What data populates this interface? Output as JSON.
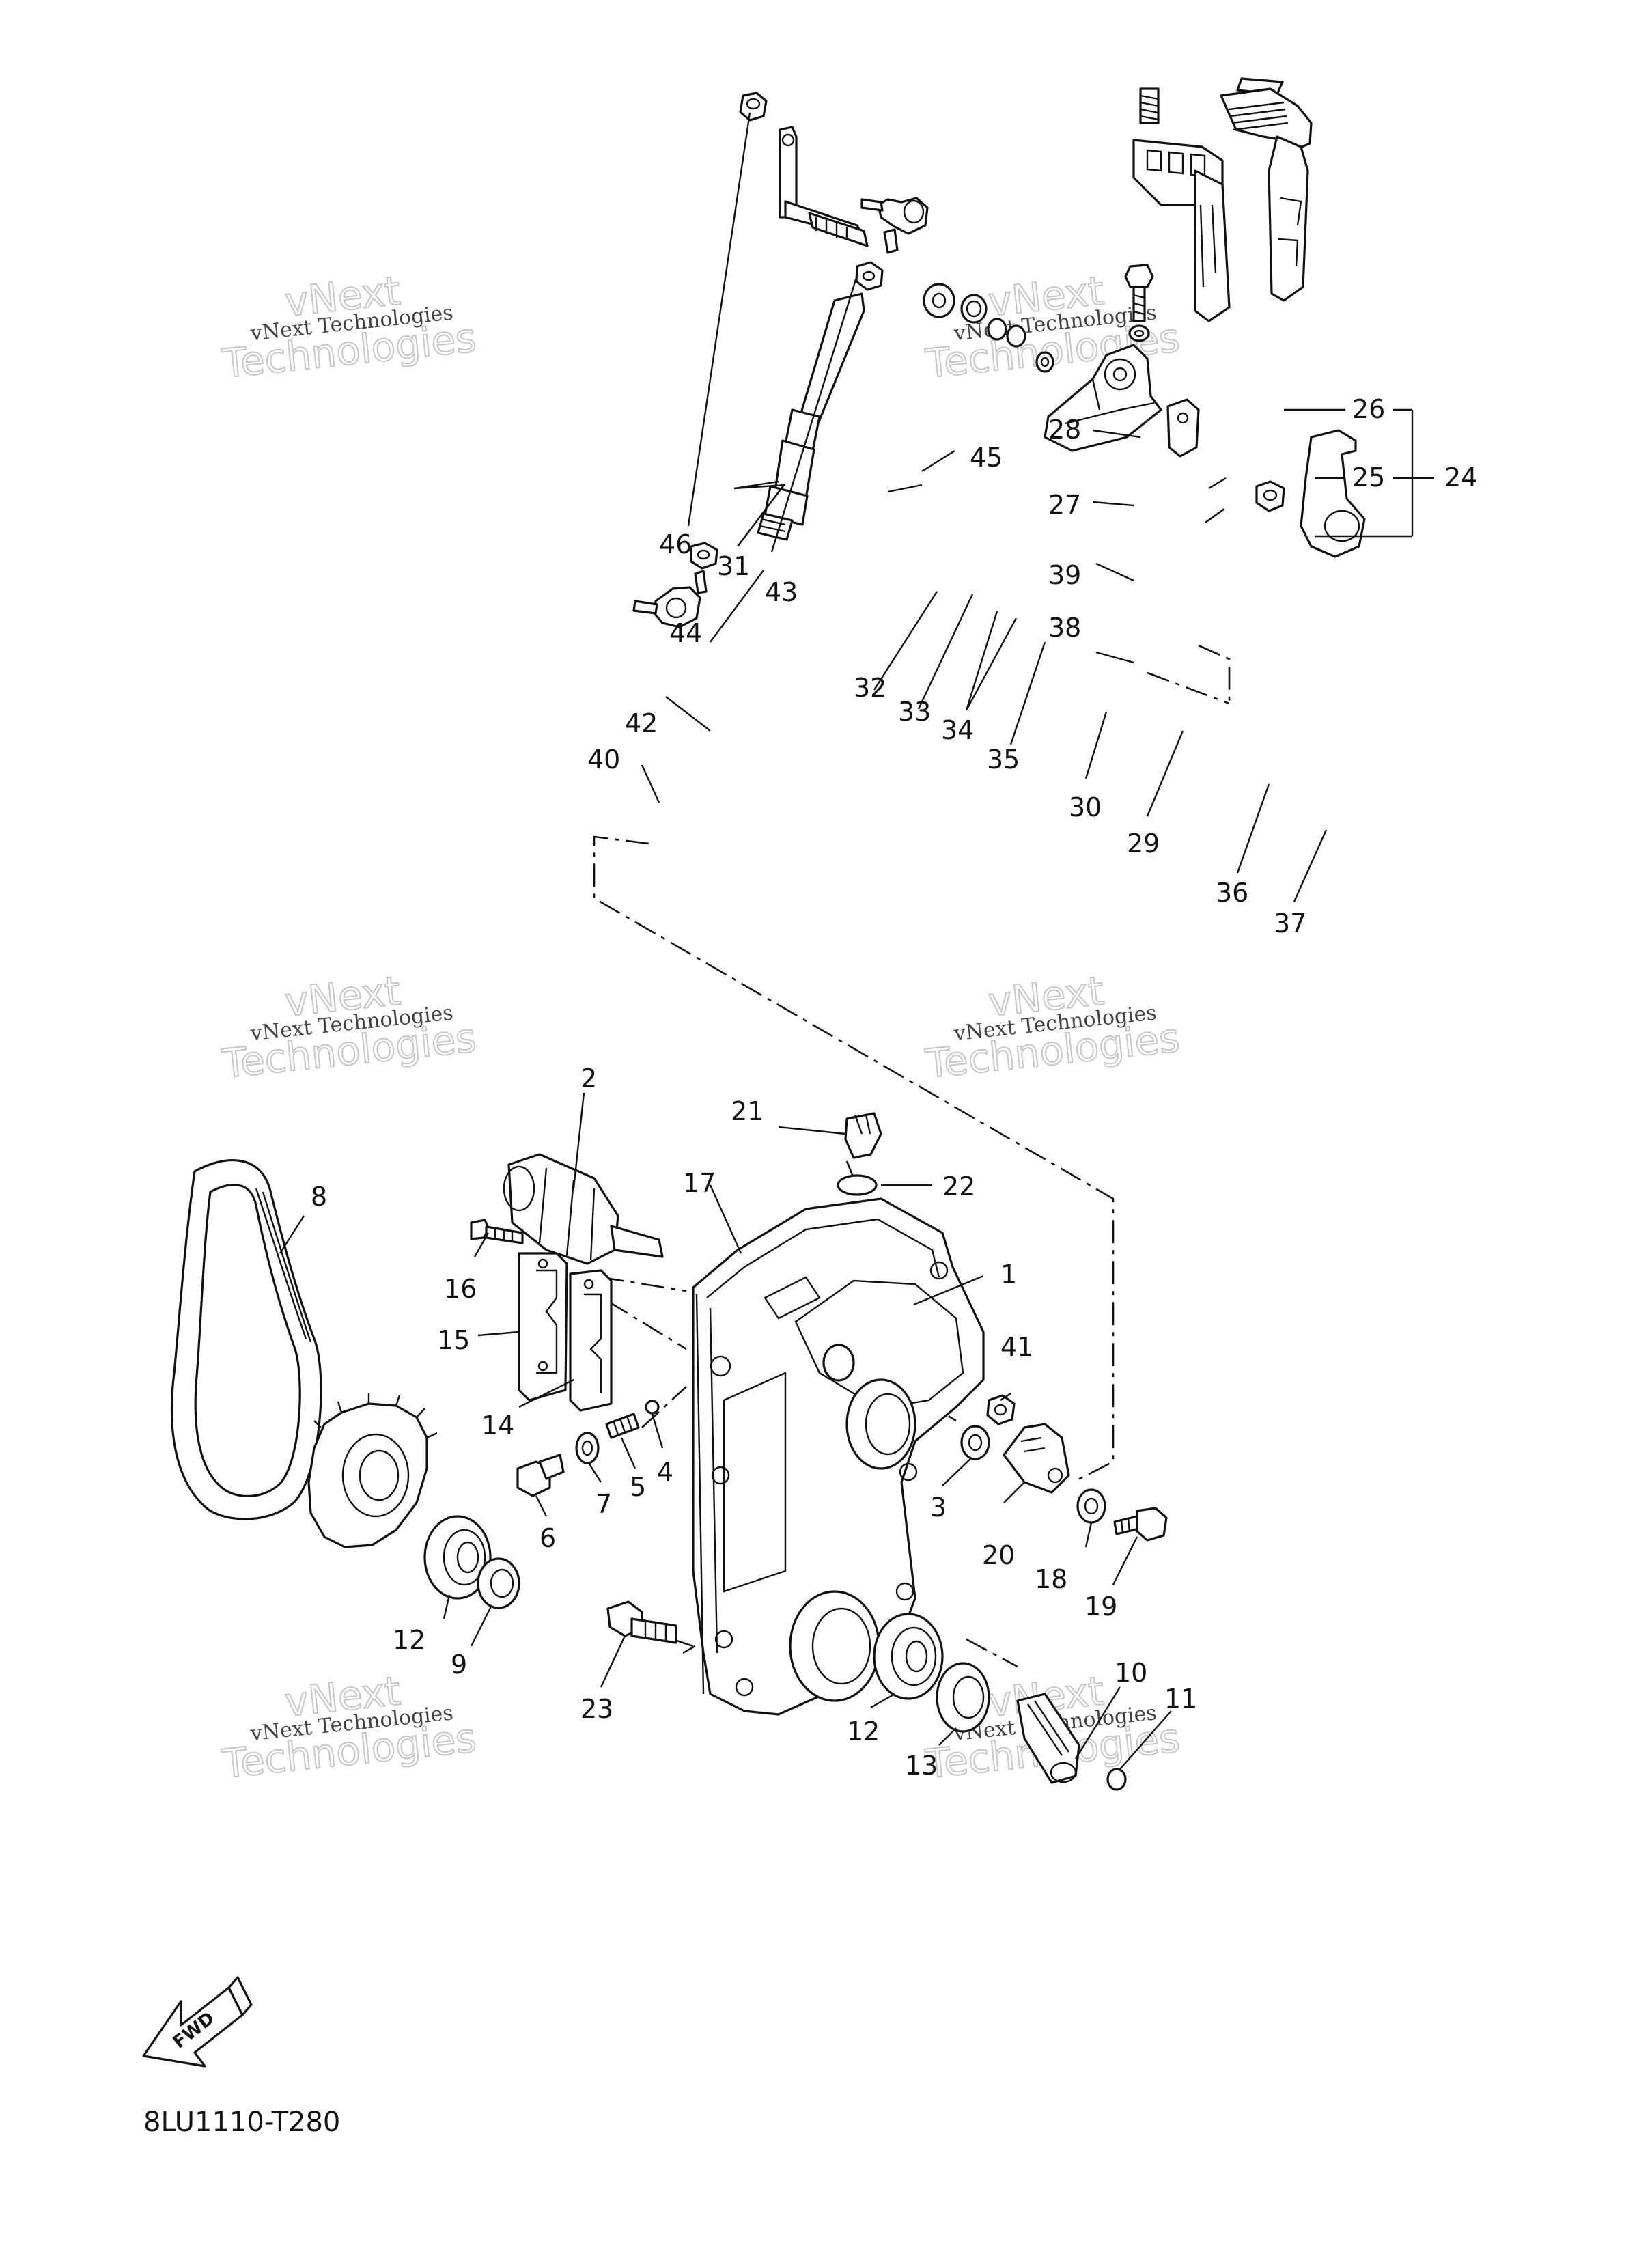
{
  "watermark": {
    "line1": "vNext Technologies",
    "line2": "vNext",
    "line3": "Technologies"
  },
  "diagram_code": "8LU1110-T280",
  "fwd_label": "FWD",
  "callouts": [
    "1",
    "2",
    "3",
    "4",
    "5",
    "6",
    "7",
    "8",
    "9",
    "10",
    "11",
    "12",
    "12",
    "13",
    "14",
    "15",
    "16",
    "17",
    "18",
    "19",
    "20",
    "21",
    "22",
    "23",
    "24",
    "25",
    "26",
    "27",
    "28",
    "29",
    "30",
    "31",
    "32",
    "33",
    "34",
    "35",
    "36",
    "37",
    "38",
    "39",
    "40",
    "41",
    "42",
    "43",
    "44",
    "45",
    "46"
  ]
}
